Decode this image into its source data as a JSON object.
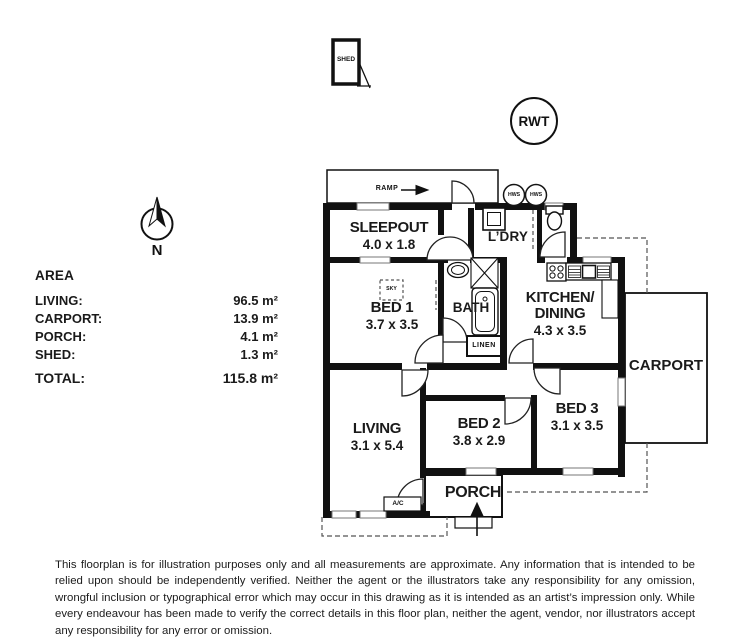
{
  "plan": {
    "rooms": {
      "sleepout": {
        "name": "SLEEPOUT",
        "dims": "4.0 x 1.8"
      },
      "bed1": {
        "name": "BED 1",
        "dims": "3.7 x 3.5"
      },
      "bath": {
        "name": "BATH"
      },
      "kitchen": {
        "name": "KITCHEN/",
        "name2": "DINING",
        "dims": "4.3 x 3.5"
      },
      "ldry": {
        "name": "L’DRY"
      },
      "bed2": {
        "name": "BED 2",
        "dims": "3.8 x 2.9"
      },
      "bed3": {
        "name": "BED 3",
        "dims": "3.1 x 3.5"
      },
      "living": {
        "name": "LIVING",
        "dims": "3.1 x 5.4"
      },
      "porch": {
        "name": "PORCH"
      },
      "carport": {
        "name": "CARPORT"
      }
    },
    "annotations": {
      "shed": "SHED",
      "rwt": "RWT",
      "hws": "HWS",
      "sky": "SKY",
      "linen": "LINEN",
      "ac": "A/C",
      "ramp": "RAMP",
      "north": "N"
    }
  },
  "area_table": {
    "title": "AREA",
    "rows": [
      {
        "label": "LIVING:",
        "value": "96.5 m²"
      },
      {
        "label": "CARPORT:",
        "value": "13.9 m²"
      },
      {
        "label": "PORCH:",
        "value": "4.1 m²"
      },
      {
        "label": "SHED:",
        "value": "1.3 m²"
      }
    ],
    "total": {
      "label": "TOTAL:",
      "value": "115.8 m²"
    }
  },
  "disclaimer": "This floorplan is for illustration purposes only and all measurements are approximate. Any information that is intended to be relied upon should be independently verified. Neither the agent or the illustrators take any responsibility for any omission, wrongful inclusion or typographical error which may occur in this drawing as it is intended as an artist’s impression only. While every endeavour has been made to verify the correct details in this floor plan, neither the agent, vendor, nor illustrators accept any responsibility for any error or omission."
}
